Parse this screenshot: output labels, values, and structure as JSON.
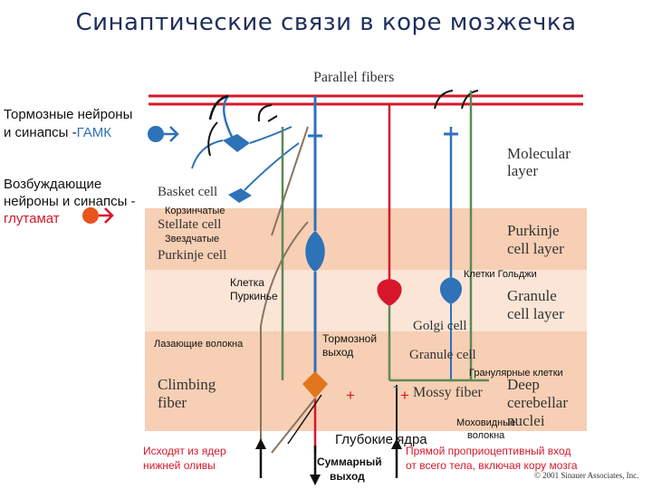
{
  "title": "Синаптические связи в коре мозжечка",
  "colors": {
    "inhibitory": "#2e72b8",
    "excitatory": "#d6172b",
    "purkinje": "#2e72b8",
    "mossy": "#5b8a55",
    "climbing": "#8a7360",
    "parallel": "#d6172b",
    "layer_dark": "#f7cfb4",
    "layer_light": "#fbe5d6"
  },
  "left_legend": {
    "inhibitory_line1": "Тормозные нейроны",
    "inhibitory_line2": "и синапсы -",
    "inhibitory_gaba": "ГАМК",
    "excitatory_line1": "Возбуждающие",
    "excitatory_line2": "нейроны и синапсы -",
    "excitatory_glutamate": "глутамат"
  },
  "english_labels": {
    "parallel_fibers": "Parallel fibers",
    "molecular_layer_1": "Molecular",
    "molecular_layer_2": "layer",
    "basket_cell": "Basket cell",
    "stellate_cell": "Stellate cell",
    "purkinje_cell": "Purkinje cell",
    "purkinje_layer_1": "Purkinje",
    "purkinje_layer_2": "cell layer",
    "granule_layer_1": "Granule",
    "granule_layer_2": "cell layer",
    "golgi_cell": "Golgi cell",
    "granule_cell": "Granule cell",
    "climbing_fiber_1": "Climbing",
    "climbing_fiber_2": "fiber",
    "mossy_fiber": "Mossy fiber",
    "deep_nuclei_1": "Deep",
    "deep_nuclei_2": "cerebellar",
    "deep_nuclei_3": "nuclei",
    "copyright": "© 2001 Sinauer Associates, Inc."
  },
  "russian_labels": {
    "basket": "Корзинчатые",
    "stellate": "Звездчатые",
    "purkinje_1": "Клетка",
    "purkinje_2": "Пуркинье",
    "golgi": "Клетки Гольджи",
    "climbing": "Лазающие волокна",
    "inhibitory_output_1": "Тормозной",
    "inhibitory_output_2": "выход",
    "granule": "Гранулярные клетки",
    "deep_nuclei": "Глубокие ядра",
    "mossy_1": "Моховидные",
    "mossy_2": "волокна",
    "olive_1": "Исходят из ядер",
    "olive_2": "нижней оливы",
    "sum_output_1": "Суммарный",
    "sum_output_2": "выход",
    "proprio_1": "Прямой проприоцептивный вход",
    "proprio_2": "от всего тела, включая кору мозга"
  },
  "signs": {
    "plus_left": "+",
    "minus": "-",
    "plus_right": "+"
  }
}
